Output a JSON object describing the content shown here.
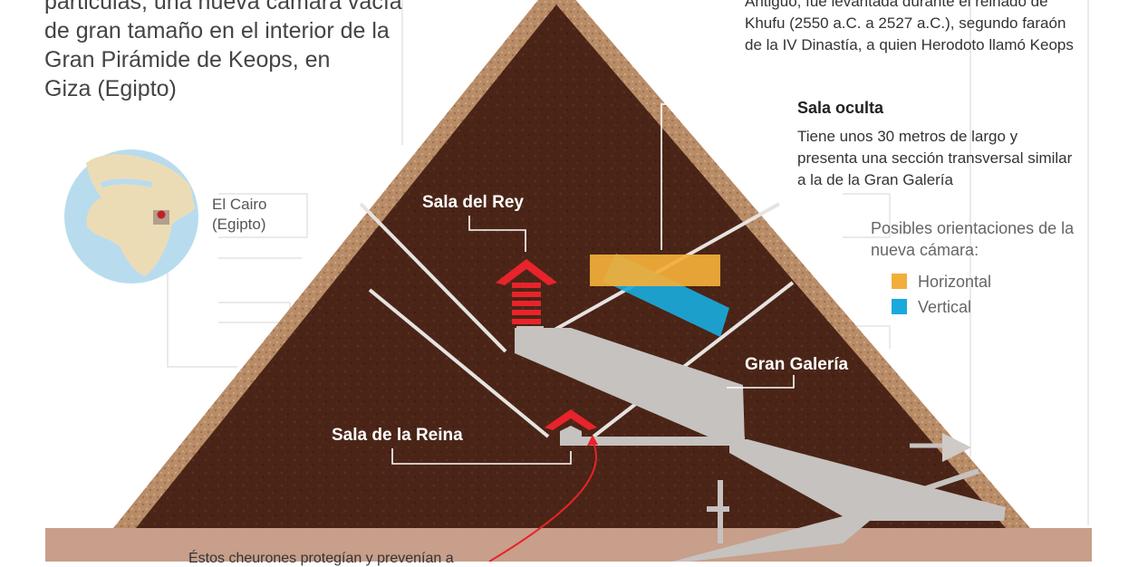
{
  "intro_lines": [
    "particulas, una nueva cámara vacía",
    "de gran tamaño en el interior de la",
    "Gran Pirámide de Keops, en",
    "Giza (Egipto)"
  ],
  "map": {
    "label_lines": [
      "El Cairo",
      "(Egipto)"
    ],
    "ocean_color": "#b8dcee",
    "land_color": "#ecdcb6",
    "marker_color": "#c0202a"
  },
  "right_info_lines": [
    "Antiguo, fue levantada durante el reinado de",
    "Khufu (2550 a.C. a 2527 a.C.), segundo faraón",
    "de la IV Dinastía, a quien Herodoto llamó Keops"
  ],
  "hidden_room": {
    "title": "Sala oculta",
    "lines": [
      "Tiene unos 30 metros de largo y",
      "presenta una sección transversal similar",
      "a la de la Gran Galería"
    ]
  },
  "legend": {
    "title_lines": [
      "Posibles orientaciones de la",
      "nueva cámara:"
    ],
    "items": [
      {
        "label": "Horizontal",
        "color": "#f2ae3a"
      },
      {
        "label": "Vertical",
        "color": "#19a9dc"
      }
    ]
  },
  "labels": {
    "kings_chamber": "Sala del Rey",
    "queens_chamber": "Sala de la Reina",
    "grand_gallery": "Gran Galería"
  },
  "bottom_note": "Éstos cheurones protegían y prevenían a",
  "colors": {
    "interior": "#4a2517",
    "casing": "#b98c68",
    "ground": "#c79f8b",
    "corridor": "#c6c2bf",
    "chevron_red": "#e8232b"
  }
}
